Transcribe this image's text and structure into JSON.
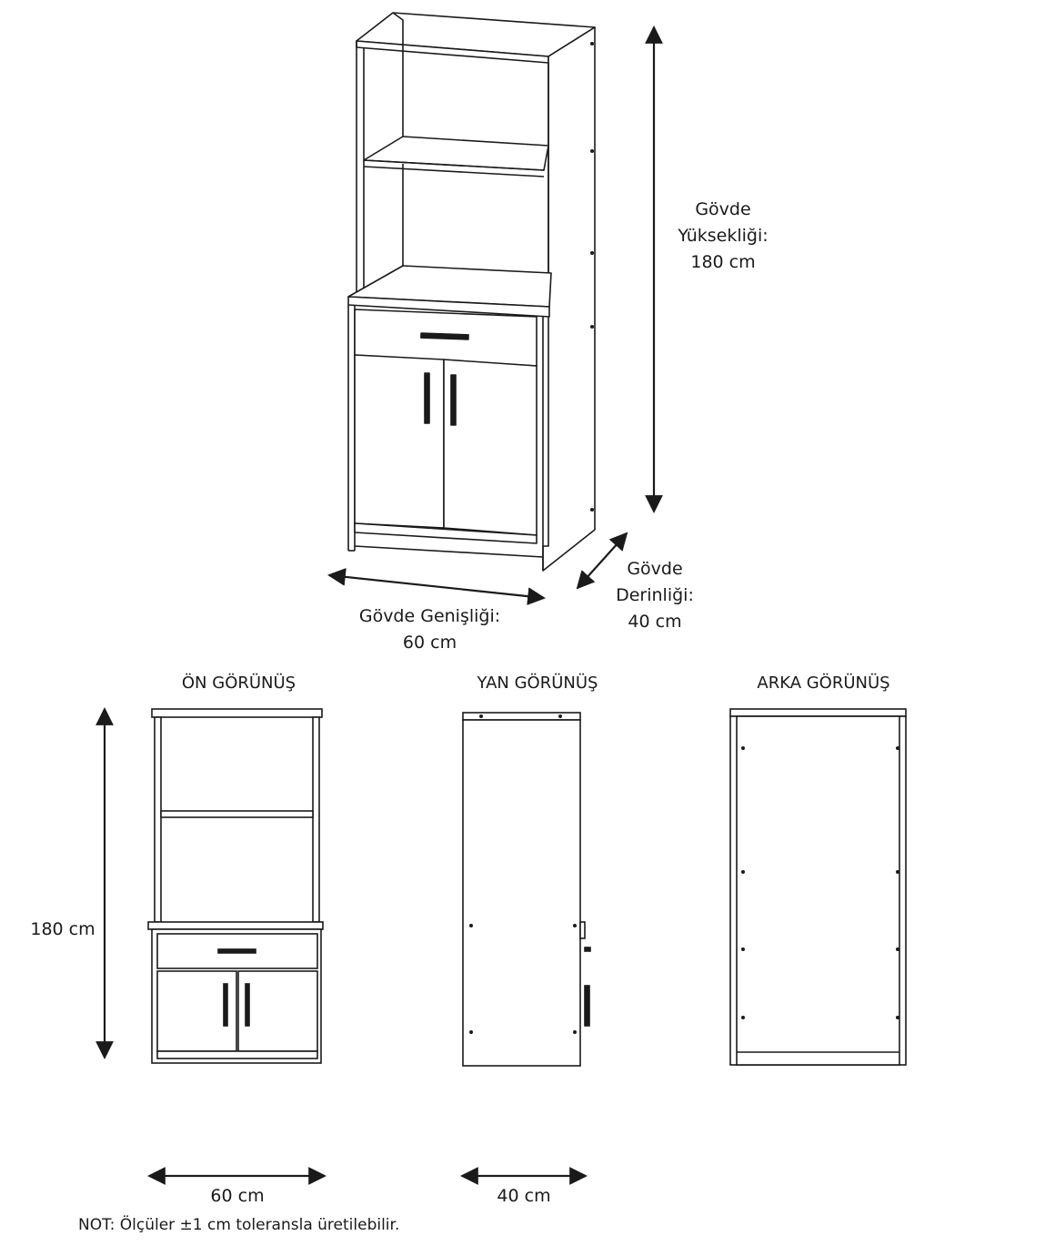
{
  "dimensions": {
    "height": {
      "line1": "Gövde",
      "line2": "Yüksekliği:",
      "line3": "180 cm"
    },
    "depth": {
      "line1": "Gövde",
      "line2": "Derinliği:",
      "line3": "40 cm"
    },
    "width": {
      "line1": "Gövde Genişliği:",
      "line2": "60 cm"
    }
  },
  "views": {
    "front": {
      "title": "ÖN GÖRÜNÜŞ",
      "height_label": "180 cm",
      "width_label": "60 cm"
    },
    "side": {
      "title": "YAN GÖRÜNÜŞ",
      "depth_label": "40 cm"
    },
    "back": {
      "title": "ARKA GÖRÜNÜŞ"
    }
  },
  "note": "NOT: Ölçüler ±1 cm toleransla üretilebilir.",
  "colors": {
    "line": "#1a1a1a",
    "background": "#ffffff"
  },
  "icons": [
    "arrow-double-vertical-icon",
    "arrow-double-horizontal-icon",
    "arrow-double-diagonal-icon"
  ]
}
